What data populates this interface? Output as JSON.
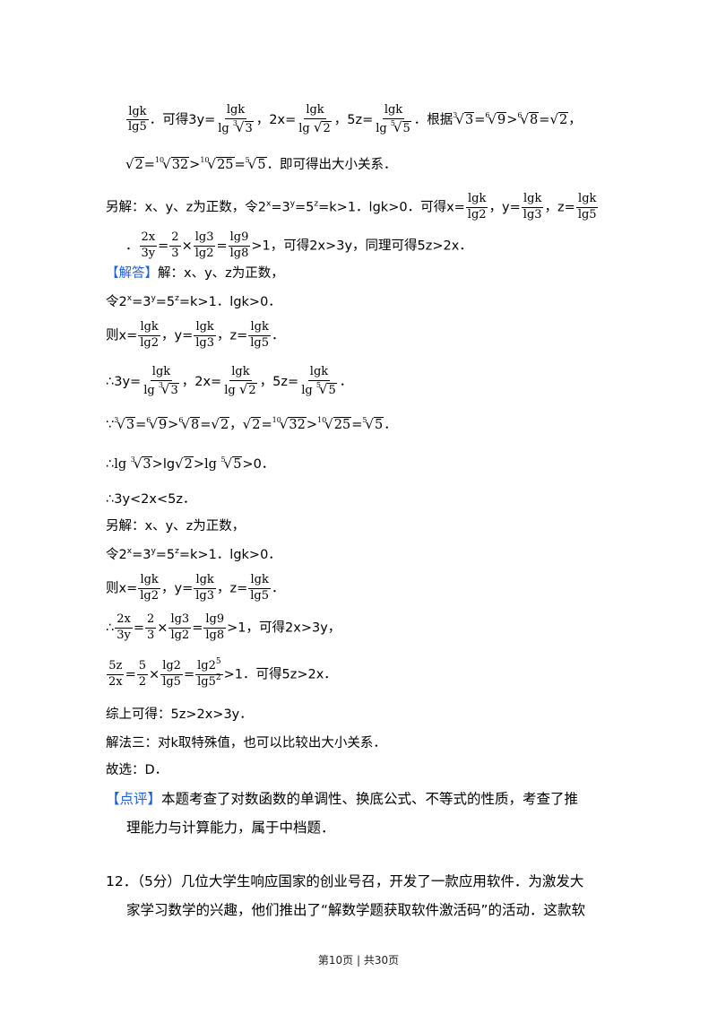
{
  "tags": {
    "answer": "【解答】",
    "review": "【点评】"
  },
  "t": {
    "l1a": "．可得3y=",
    "l1b": "，2x=",
    "l1c": "，5z=",
    "l1d": "．根据",
    "gt": ">",
    "lt": "<",
    "eq": "=",
    "comma": "，",
    "period": ".",
    "l2end": "．即可得出大小关系．",
    "alt_intro": "另解：x、y、z为正数，令2",
    "alt_a": "=3",
    "alt_b": "=5",
    "alt_c": "=k>1．lgk>0．可得x=",
    "y_eq": "，y=",
    "z_eq": "，z=",
    "l4end": ">1，可得2x>3y，同理可得5z>2x．",
    "dot": "．",
    "ans_intro": "解：x、y、z为正数，",
    "ling": "令2",
    "ling_end": "=k>1．lgk>0．",
    "ze": "则x=",
    "therefore3y": "∴3y=",
    "because": "∵",
    "therefore": "∴",
    "lg": "lg",
    "ineq": "∴3y<2x<5z．",
    "alt2": "另解：x、y、z为正数，",
    "gt1_end": ">1，可得2x>3y，",
    "gt1b_end": ">1．可得5z>2x．",
    "summary": "综上可得：5z>2x>3y．",
    "method3": "解法三：对k取特殊值，也可以比较出大小关系．",
    "choice": "故选：D．",
    "review_text1": "本题考查了对数函数的单调性、换底公式、不等式的性质，考查了推",
    "review_text2": "理能力与计算能力，属于中档题．",
    "q12a": "12．（5分）几位大学生响应国家的创业号召，开发了一款应用软件．为激发大",
    "q12b": "家学习数学的兴趣，他们推出了“解数学题获取软件激活码”的活动．这款软",
    "zero": ">0．",
    "times": "×"
  },
  "m": {
    "lgk": "lgk",
    "lg2": "lg2",
    "lg3": "lg3",
    "lg5": "lg5",
    "lg8": "lg8",
    "lg9": "lg9",
    "lg5sup": "lg2",
    "lg25": "lg2",
    "two_x": "2x",
    "three_y": "3y",
    "five_z": "5z",
    "two": "2",
    "three": "3",
    "five": "5",
    "n3": "3",
    "n5": "5",
    "n6": "6",
    "n10": "10",
    "r2": "2",
    "r3": "3",
    "r5": "5",
    "r8": "8",
    "r9": "9",
    "r25": "25",
    "r32": "32",
    "x": "x",
    "y": "y",
    "z": "z",
    "exp5": "5",
    "exp2": "2",
    "lgsp": "lg "
  },
  "footer": "第10页 | 共30页"
}
